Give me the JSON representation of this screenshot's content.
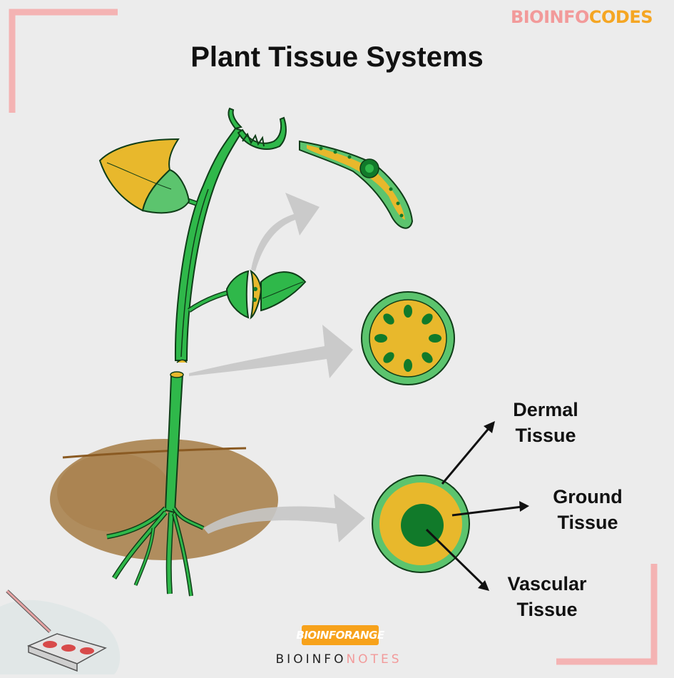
{
  "title": "Plant Tissue Systems",
  "brand_top": {
    "part1": "BIOINFO",
    "part2": "CODES"
  },
  "labels": {
    "dermal": {
      "line1": "Dermal",
      "line2": "Tissue"
    },
    "ground": {
      "line1": "Ground",
      "line2": "Tissue"
    },
    "vascular": {
      "line1": "Vascular",
      "line2": "Tissue"
    }
  },
  "footer_logo": {
    "badge": "BIOINFORANGE",
    "sub1": "BIOINFO",
    "sub2": "NOTES"
  },
  "colors": {
    "background": "#ececec",
    "dermal_green": "#5cc46e",
    "stem_green": "#2fb84a",
    "ground_yellow": "#e8b82c",
    "vascular_green": "#117a2a",
    "accent_pink": "#f4b3b3",
    "accent_orange": "#f7a21b",
    "soil_brown": "#a07a45"
  }
}
